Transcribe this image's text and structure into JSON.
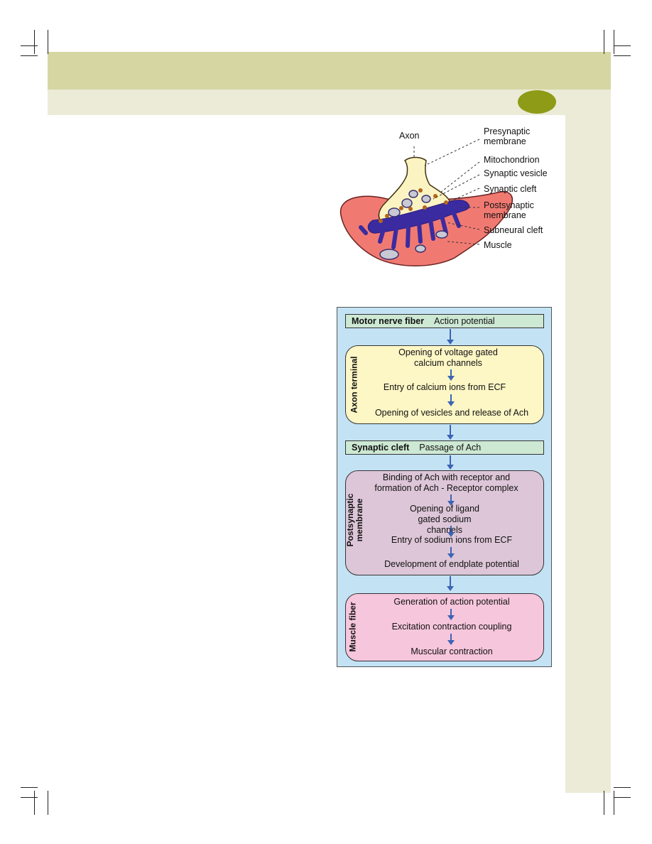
{
  "colors": {
    "header_band": "#d6d6a2",
    "sub_band": "#ebebd7",
    "side_band": "#ebebd7",
    "page_dot": "#8d9b17",
    "flow_bg": "#c3e3f5",
    "green_bar": "#cde8d3",
    "yellow_box": "#fdf6c5",
    "purple_box": "#ddc6d8",
    "pink_box": "#f6c6dc",
    "arrow": "#3c63b5"
  },
  "figure": {
    "labels": {
      "axon": "Axon",
      "presynaptic": "Presynaptic membrane",
      "mitochondrion": "Mitochondrion",
      "synaptic_vesicle": "Synaptic vesicle",
      "synaptic_cleft": "Synaptic cleft",
      "postsynaptic": "Postsynaptic membrane",
      "subneural_cleft": "Subneural cleft",
      "muscle": "Muscle"
    }
  },
  "flow": {
    "motor_nerve": {
      "label": "Motor nerve fiber",
      "text": "Action potential"
    },
    "axon_terminal": {
      "label": "Axon terminal",
      "steps": [
        "Opening of voltage gated calcium channels",
        "Entry of calcium ions from ECF",
        "Opening of vesicles and release of Ach"
      ]
    },
    "synaptic_cleft": {
      "label": "Synaptic cleft",
      "text": "Passage of Ach"
    },
    "postsynaptic": {
      "label": "Postsynaptic membrane",
      "steps": [
        "Binding of Ach with receptor and formation of Ach - Receptor complex",
        "Opening of ligand gated sodium channels",
        "Entry of sodium ions from ECF",
        "Development of endplate potential"
      ]
    },
    "muscle_fiber": {
      "label": "Muscle fiber",
      "steps": [
        "Generation of action potential",
        "Excitation contraction coupling",
        "Muscular contraction"
      ]
    }
  }
}
